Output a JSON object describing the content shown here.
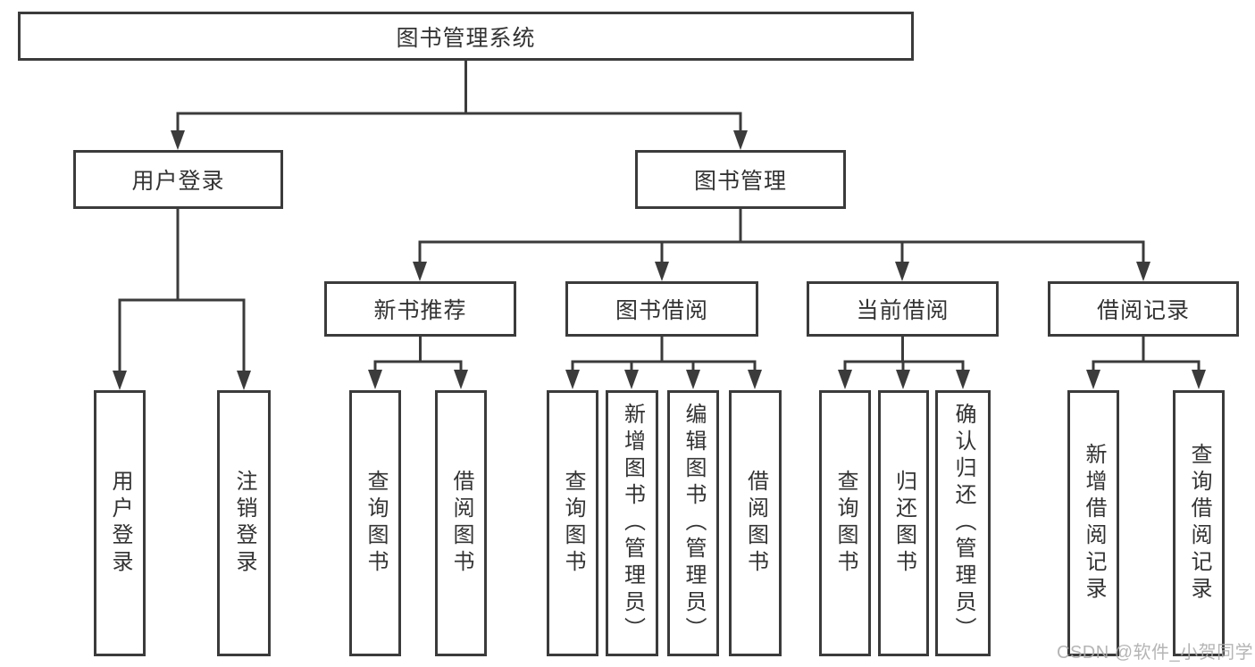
{
  "colors": {
    "line": "#3b3b3b",
    "text": "#333333",
    "background": "#ffffff",
    "watermark": "#adadad"
  },
  "watermark": {
    "text": "CSDN @软件_小贺同学"
  },
  "tree": {
    "root": {
      "label": "图书管理系统"
    },
    "children": [
      {
        "label": "用户登录",
        "children": [
          {
            "label": "用户登录"
          },
          {
            "label": "注销登录"
          }
        ]
      },
      {
        "label": "图书管理",
        "children": [
          {
            "label": "新书推荐",
            "children": [
              {
                "label": "查询图书"
              },
              {
                "label": "借阅图书"
              }
            ]
          },
          {
            "label": "图书借阅",
            "children": [
              {
                "label": "查询图书"
              },
              {
                "label": "新增图书（管理员）"
              },
              {
                "label": "编辑图书（管理员）"
              },
              {
                "label": "借阅图书"
              }
            ]
          },
          {
            "label": "当前借阅",
            "children": [
              {
                "label": "查询图书"
              },
              {
                "label": "归还图书"
              },
              {
                "label": "确认归还（管理员）"
              }
            ]
          },
          {
            "label": "借阅记录",
            "children": [
              {
                "label": "新增借阅记录"
              },
              {
                "label": "查询借阅记录"
              }
            ]
          }
        ]
      }
    ]
  }
}
